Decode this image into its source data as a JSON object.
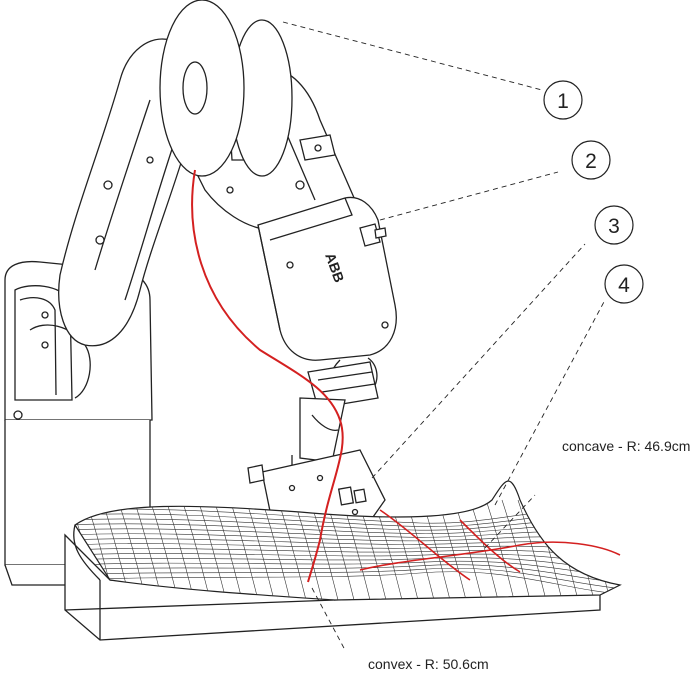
{
  "callouts": [
    {
      "number": "1"
    },
    {
      "number": "2"
    },
    {
      "number": "3"
    },
    {
      "number": "4"
    }
  ],
  "labels": {
    "concave": "concave - R: 46.9cm",
    "convex": "convex - R: 50.6cm"
  },
  "robot": {
    "brand_mark": "ABB"
  },
  "colors": {
    "line": "#222222",
    "accent": "#d42020",
    "background": "#ffffff"
  }
}
